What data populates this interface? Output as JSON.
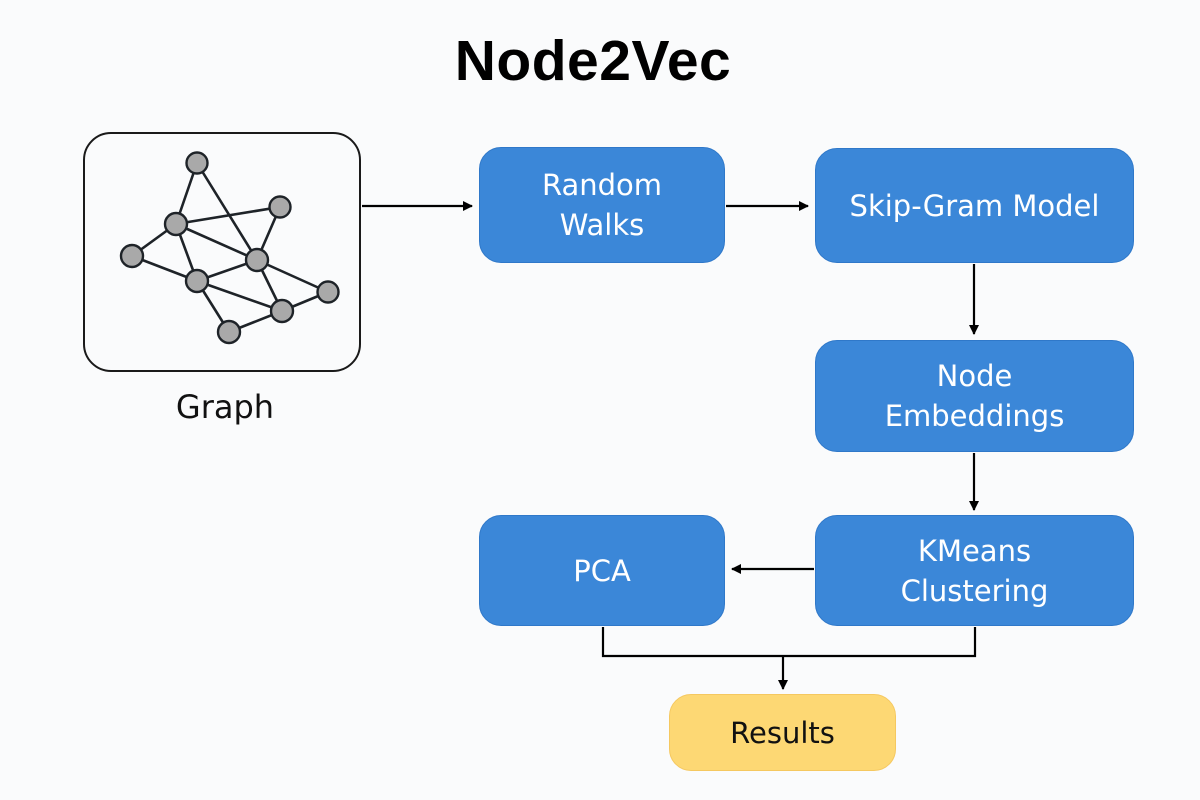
{
  "title": "Node2Vec",
  "graph": {
    "label": "Graph",
    "node_count": 9,
    "edge_count": 15
  },
  "steps": {
    "random_walks": "Random\nWalks",
    "skip_gram": "Skip-Gram Model",
    "node_embeddings": "Node\nEmbeddings",
    "kmeans": "KMeans\nClustering",
    "pca": "PCA",
    "results": "Results"
  },
  "flow": [
    {
      "from": "graph",
      "to": "random_walks"
    },
    {
      "from": "random_walks",
      "to": "skip_gram"
    },
    {
      "from": "skip_gram",
      "to": "node_embeddings"
    },
    {
      "from": "node_embeddings",
      "to": "kmeans"
    },
    {
      "from": "kmeans",
      "to": "pca"
    },
    {
      "from": "pca",
      "to": "results"
    },
    {
      "from": "kmeans",
      "to": "results"
    }
  ],
  "colors": {
    "step_fill": "#3b87d8",
    "result_fill": "#fdd874",
    "node_fill": "#a9a9a9",
    "line": "#000000"
  }
}
